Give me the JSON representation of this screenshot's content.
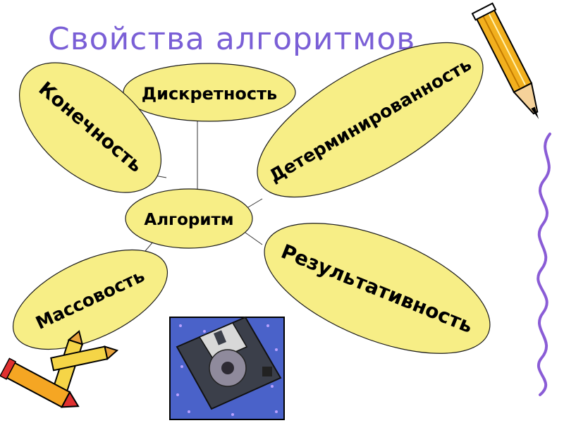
{
  "title": "Свойства алгоритмов",
  "center_node": "Алгоритм",
  "properties": [
    "Дискретность",
    "Конечность",
    "Детерминированность",
    "Результативность",
    "Массовость"
  ],
  "colors": {
    "title": "#7a5fd6",
    "ellipse_fill": "#f7ee86",
    "ellipse_stroke": "#1a1a1a",
    "squiggle": "#8a5cd6"
  },
  "decorations": [
    "pencil-icon",
    "crayons-icon",
    "floppy-disk-icon"
  ]
}
